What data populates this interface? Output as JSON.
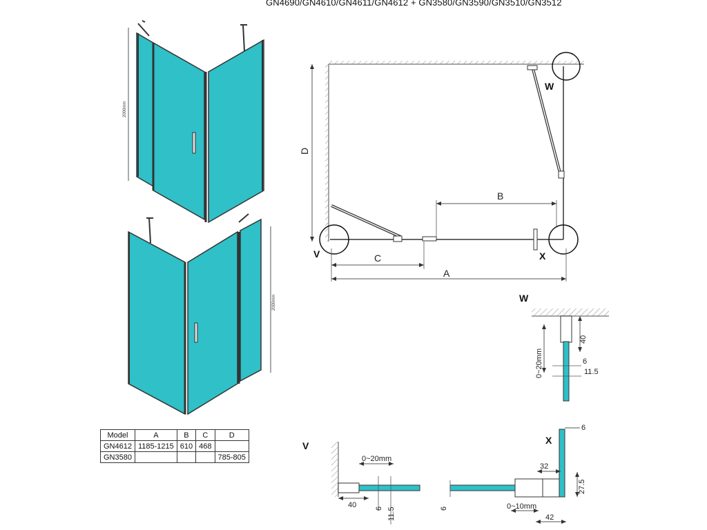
{
  "title": "GN4690/GN4610/GN4611/GN4612 + GN3580/GN3590/GN3510/GN3512",
  "colors": {
    "glass": "#2fc0c8",
    "line": "#222222",
    "dim": "#555555",
    "wall": "#888888"
  },
  "views": {
    "upper_height_label": "2000mm",
    "lower_height_label": "2000mm"
  },
  "plan": {
    "label_a": "A",
    "label_b": "B",
    "label_c": "C",
    "label_d": "D",
    "marker_v": "V",
    "marker_w": "W",
    "marker_x": "X"
  },
  "detail_w": {
    "title": "W",
    "dim_40": "40",
    "dim_range": "0~20mm",
    "dim_6": "6",
    "dim_11_5": "11.5"
  },
  "detail_v": {
    "title": "V",
    "dim_range": "0~20mm",
    "dim_40": "40",
    "dim_6": "6",
    "dim_11_5": "11.5"
  },
  "detail_x": {
    "title": "X",
    "dim_6_top": "6",
    "dim_32": "32",
    "dim_27_5": "27.5",
    "dim_6_left": "6",
    "dim_range": "0~10mm",
    "dim_42": "42"
  },
  "table": {
    "headers": [
      "Model",
      "A",
      "B",
      "C",
      "D"
    ],
    "rows": [
      [
        "GN4612",
        "1185-1215",
        "610",
        "468",
        ""
      ],
      [
        "GN3580",
        "",
        "",
        "",
        "785-805"
      ]
    ]
  }
}
